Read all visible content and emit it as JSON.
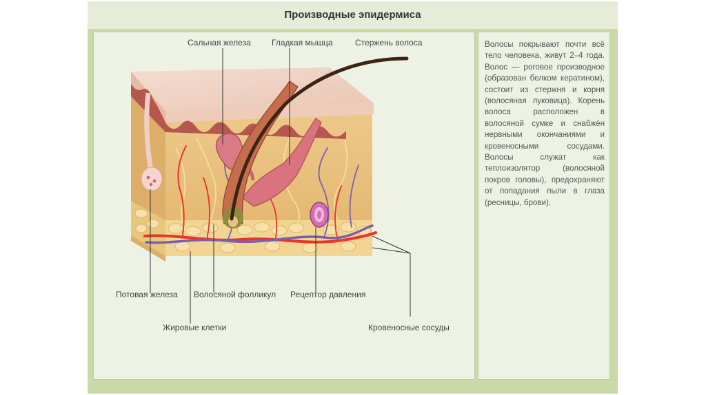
{
  "title": "Производные эпидермиса",
  "labels": {
    "sebaceous_gland": "Сальная железа",
    "smooth_muscle": "Гладкая мышца",
    "hair_shaft": "Стержень волоса",
    "sweat_gland": "Потовая железа",
    "hair_follicle": "Волосяной фолликул",
    "pressure_receptor": "Рецептор давления",
    "fat_cells": "Жировые клетки",
    "blood_vessels": "Кровеносные сосуды"
  },
  "description": "Волосы покрывают почти всё тело человека, живут 2–4 года. Волос — роговое производное (образован белком кератином), состоит из стержня и корня (волосяная луковица). Корень волоса расположен в волосяной сумке и снабжён нервными окончаниями и кровеносными сосудами. Волосы служат как теплоизолятор (волосяной покров головы), предохраняют от попадания пыли в глаза (ресницы, брови).",
  "colors": {
    "frame": "#c9d9a8",
    "dermis": "#e9c47e",
    "epidermis": "#f2d2c0",
    "artery": "#e8352a",
    "vein": "#7a5fb0",
    "fat": "#f2d592"
  }
}
